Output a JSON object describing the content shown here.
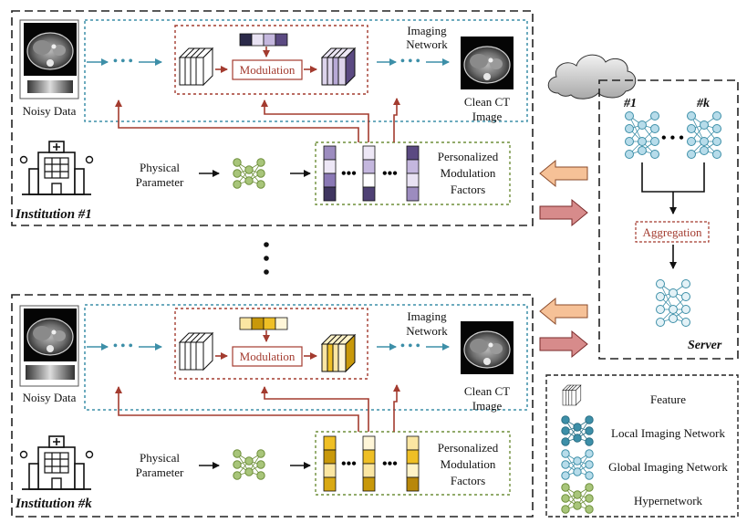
{
  "institution_1": {
    "label": "Institution #1",
    "noisy_data": "Noisy Data",
    "imaging_network_line1": "Imaging",
    "imaging_network_line2": "Network",
    "modulation": "Modulation",
    "clean_ct_line1": "Clean CT",
    "clean_ct_line2": "Image",
    "physical_line1": "Physical",
    "physical_line2": "Parameter",
    "factors_line1": "Personalized",
    "factors_line2": "Modulation",
    "factors_line3": "Factors"
  },
  "institution_k": {
    "label": "Institution #k",
    "noisy_data": "Noisy Data",
    "imaging_network_line1": "Imaging",
    "imaging_network_line2": "Network",
    "modulation": "Modulation",
    "clean_ct_line1": "Clean CT",
    "clean_ct_line2": "Image",
    "physical_line1": "Physical",
    "physical_line2": "Parameter",
    "factors_line1": "Personalized",
    "factors_line2": "Modulation",
    "factors_line3": "Factors"
  },
  "server": {
    "label": "Server",
    "net_1": "#1",
    "net_k": "#k",
    "aggregation": "Aggregation"
  },
  "legend": {
    "feature": "Feature",
    "local": "Local Imaging Network",
    "global": "Global Imaging Network",
    "hyper": "Hypernetwork"
  },
  "colors": {
    "purple": "#5b4a82",
    "purple_mid": "#9c8cbf",
    "purple_light": "#d9d0e9",
    "gold": "#c8980a",
    "gold_mid": "#efbf25",
    "gold_light": "#fbe6a2",
    "teal": "#3d8fa8",
    "red_arrow": "#a33b2f",
    "green": "#6e8f3a",
    "orange_arrow": "#f6c197",
    "pink_arrow": "#d78b8b"
  }
}
